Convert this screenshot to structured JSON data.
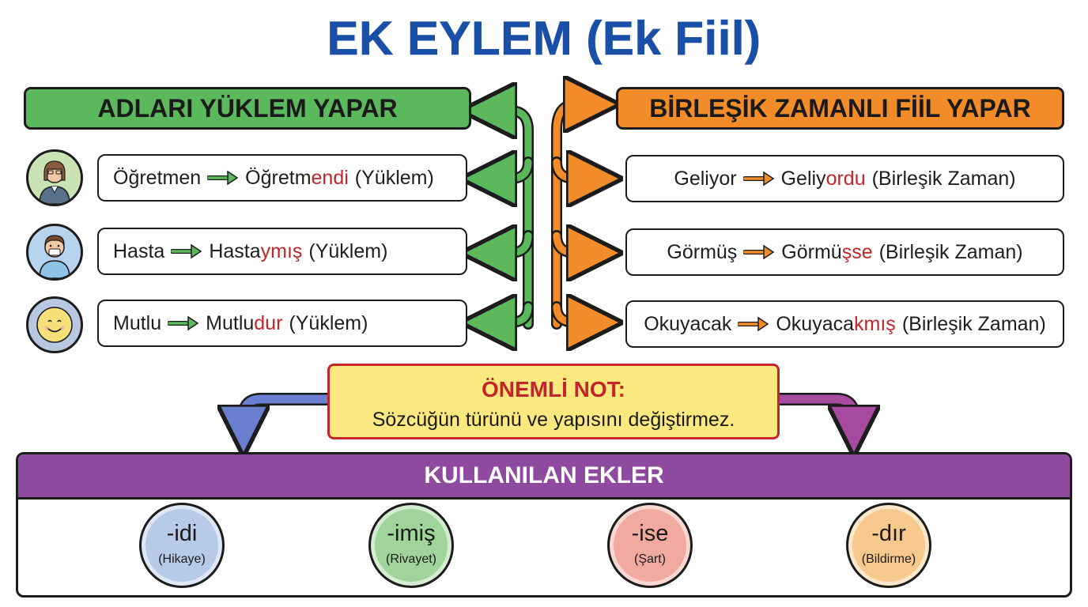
{
  "title": "EK EYLEM (Ek Fiil)",
  "left_header": "ADLARI YÜKLEM YAPAR",
  "right_header": "BİRLEŞİK ZAMANLI FİİL YAPAR",
  "left_examples": [
    {
      "base": "Öğretmen",
      "stem": "Öğretm",
      "suffix": "endi",
      "note": "(Yüklem)",
      "avatar": "teacher-avatar"
    },
    {
      "base": "Hasta",
      "stem": "Hasta",
      "suffix": "ymış",
      "note": "(Yüklem)",
      "avatar": "patient-avatar"
    },
    {
      "base": "Mutlu",
      "stem": "Mutlu",
      "suffix": "dur",
      "note": "(Yüklem)",
      "avatar": "smiley-avatar"
    }
  ],
  "right_examples": [
    {
      "base": "Geliyor",
      "stem": "Geliy",
      "suffix": "ordu",
      "note": "(Birleşik Zaman)"
    },
    {
      "base": "Görmüş",
      "stem": "Görmü",
      "suffix": "şse",
      "note": "(Birleşik Zaman)"
    },
    {
      "base": "Okuyacak",
      "stem": "Okuyaca",
      "suffix": "kmış",
      "note": "(Birleşik Zaman)"
    }
  ],
  "note": {
    "title": "ÖNEMLİ NOT:",
    "text": "Sözcüğün türünü ve yapısını değiştirmez."
  },
  "ekler": {
    "header": "KULLANILAN EKLER",
    "items": [
      {
        "suffix": "-idi",
        "label": "(Hikaye)",
        "color": "#b7cbe8"
      },
      {
        "suffix": "-imiş",
        "label": "(Rivayet)",
        "color": "#9fd49a"
      },
      {
        "suffix": "-ise",
        "label": "(Şart)",
        "color": "#f2a9a0"
      },
      {
        "suffix": "-dır",
        "label": "(Bildirme)",
        "color": "#f7c98c"
      }
    ]
  },
  "colors": {
    "title": "#1a4fa8",
    "green": "#5cb85c",
    "orange": "#f28c28",
    "purple": "#8e4a9e",
    "suffix_red": "#c0262a",
    "note_bg": "#fbe980",
    "arrow_blue": "#6b7fd0"
  }
}
